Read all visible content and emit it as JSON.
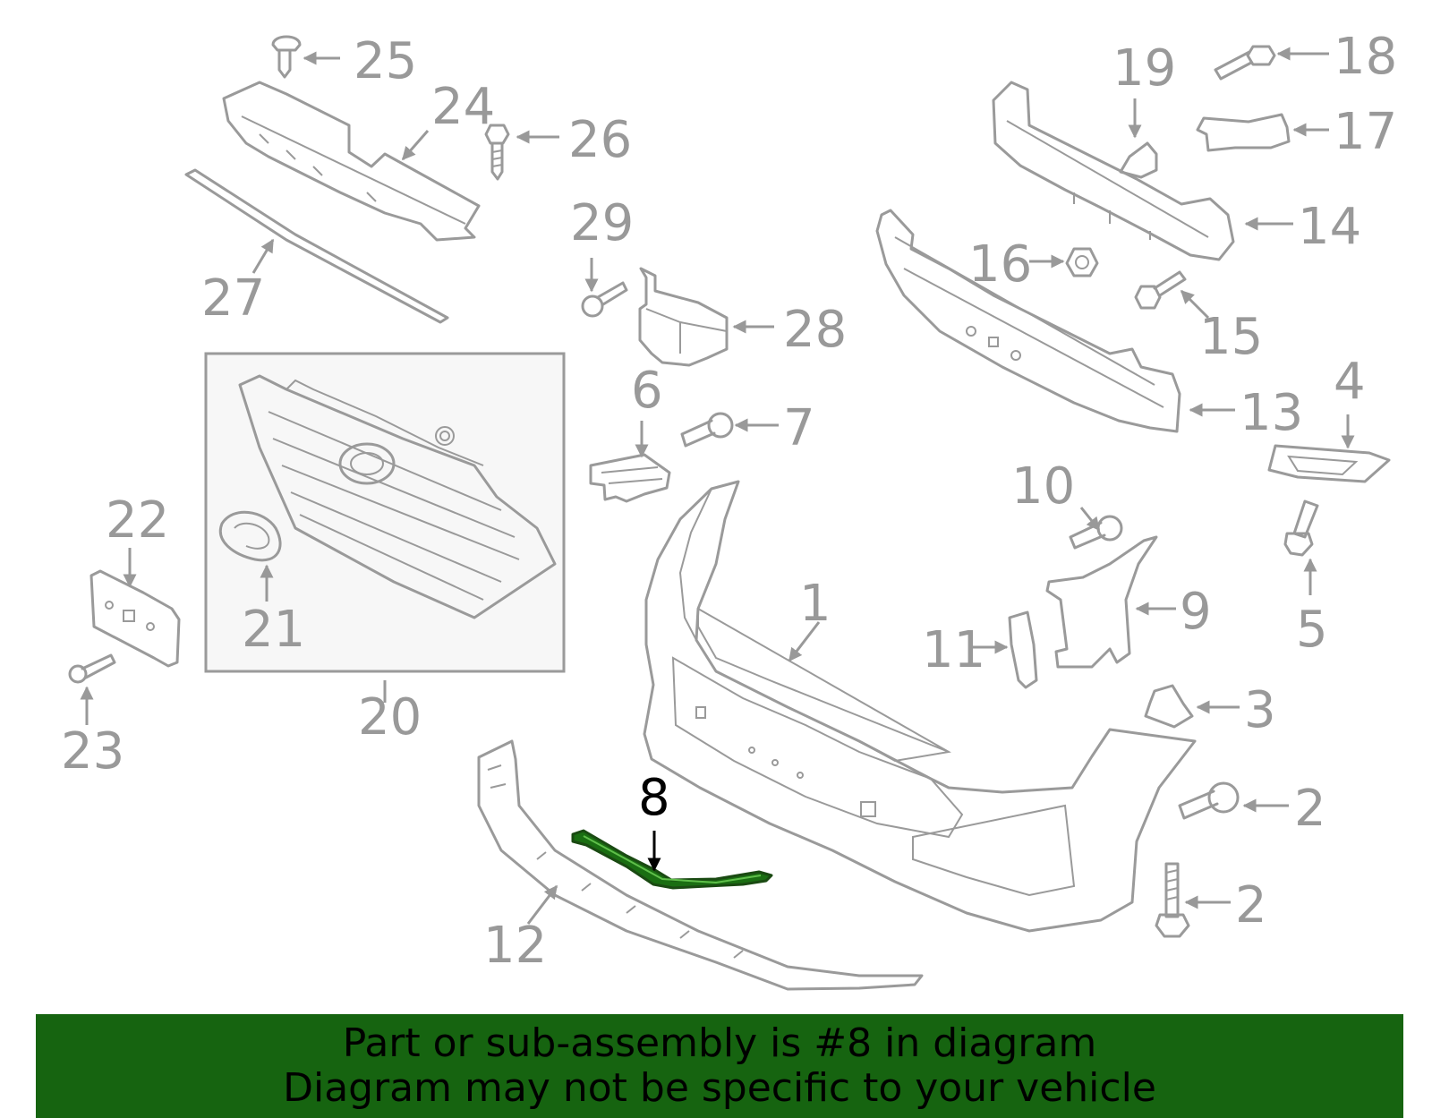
{
  "callouts": {
    "c1": "1",
    "c2a": "2",
    "c2b": "2",
    "c3": "3",
    "c4": "4",
    "c5": "5",
    "c6": "6",
    "c7": "7",
    "c8": "8",
    "c9": "9",
    "c10": "10",
    "c11": "11",
    "c12": "12",
    "c13": "13",
    "c14": "14",
    "c15": "15",
    "c16": "16",
    "c17": "17",
    "c18": "18",
    "c19": "19",
    "c20": "20",
    "c21": "21",
    "c22": "22",
    "c23": "23",
    "c24": "24",
    "c25": "25",
    "c26": "26",
    "c27": "27",
    "c28": "28",
    "c29": "29"
  },
  "banner": {
    "line1": "Part or sub-assembly is #8 in diagram",
    "line2": "Diagram may not be specific to your vehicle"
  },
  "colors": {
    "banner_bg": "#166410",
    "highlight_part": "#1a6e12",
    "line_art": "#9a9a9a"
  }
}
